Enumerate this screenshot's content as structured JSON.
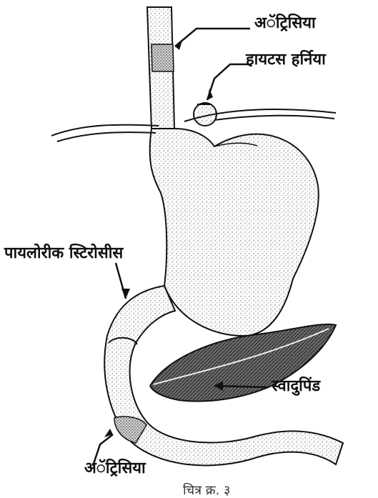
{
  "labels": {
    "atresia_top": "अॅट्रिसिया",
    "hiatus_hernia": "हायटस हर्निया",
    "pyloric_stenosis": "पायलोरीक स्टिरोसीस",
    "pancreas": "स्वादुपिंड",
    "atresia_bottom": "अॅट्रिसिया",
    "caption": "चित्र क्र. ३"
  },
  "colors": {
    "ink": "#111111",
    "background": "#ffffff"
  }
}
